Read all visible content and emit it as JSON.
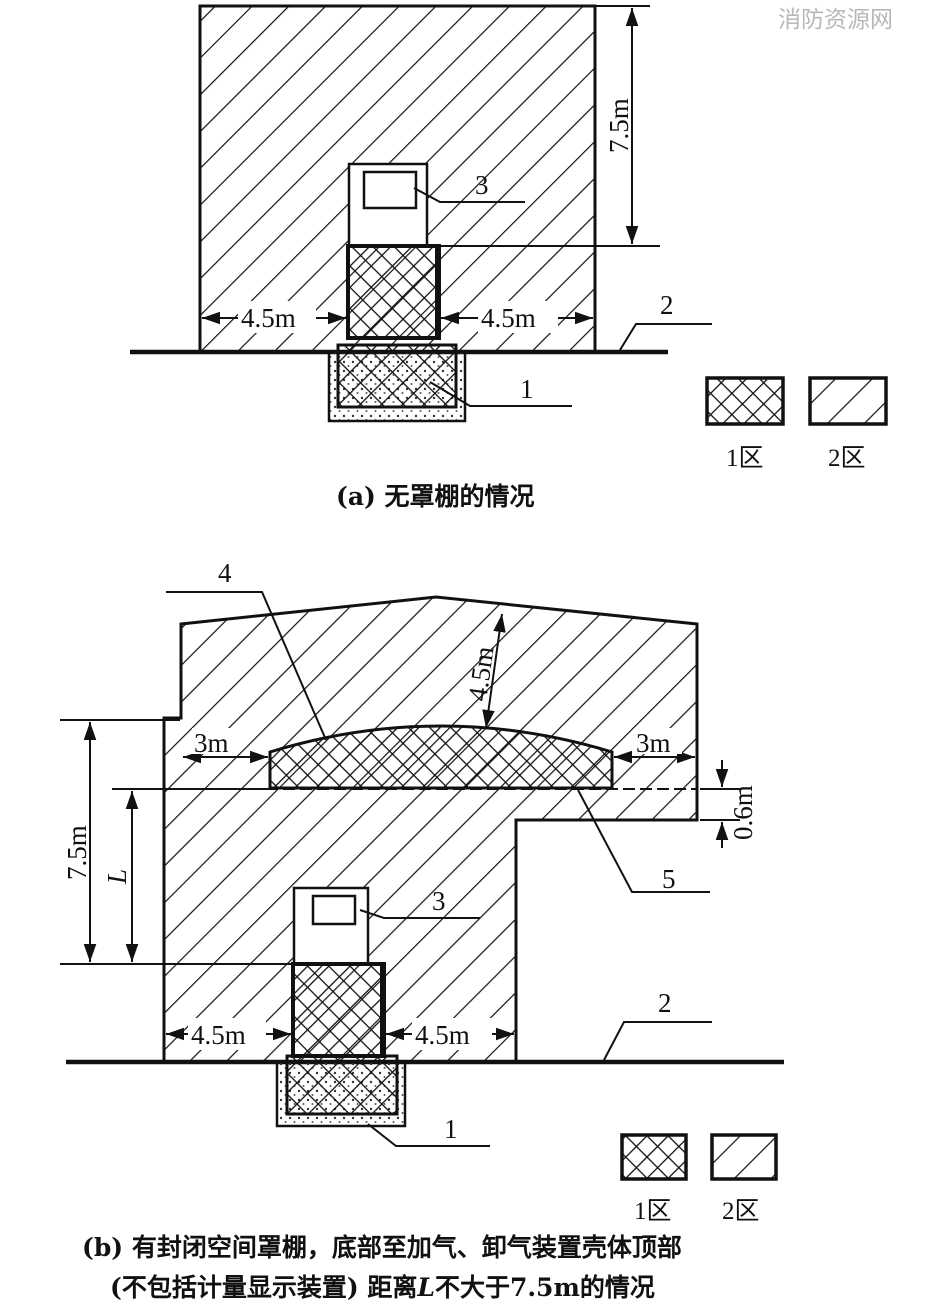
{
  "watermark": "消防资源网",
  "legend": {
    "zone1": "1区",
    "zone2": "2区"
  },
  "figure_a": {
    "caption": "(a) 无罩棚的情况",
    "height_dim": "7.5m",
    "left_dim": "4.5m",
    "right_dim": "4.5m",
    "callout_1": "1",
    "callout_2": "2",
    "callout_3": "3"
  },
  "figure_b": {
    "caption_line1": "(b) 有封闭空间罩棚，底部至加气、卸气装置壳体顶部",
    "caption_line2_pre": "(不包括计量显示装置) 距离",
    "caption_line2_var": "L",
    "caption_line2_post": "不大于7.5m的情况",
    "top_dim": "4.5m",
    "left_canopy_dim": "3m",
    "right_canopy_dim": "3m",
    "canopy_gap_dim": "0.6m",
    "height_dim": "7.5m",
    "l_dim": "L",
    "left_dim": "4.5m",
    "right_dim": "4.5m",
    "callout_1": "1",
    "callout_2": "2",
    "callout_3": "3",
    "callout_4": "4",
    "callout_5": "5"
  }
}
